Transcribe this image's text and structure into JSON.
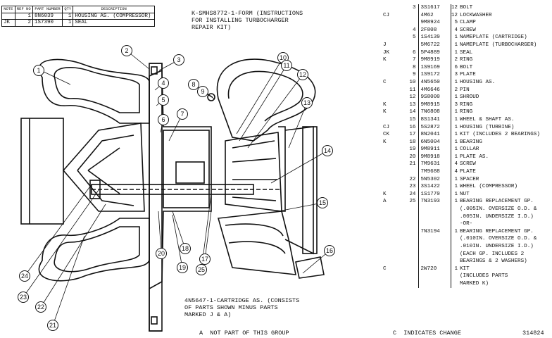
{
  "top_table": {
    "headers": [
      "NOTE",
      "REF NO",
      "PART NUMBER",
      "QTY",
      "DESCRIPTION"
    ],
    "rows": [
      {
        "note": "",
        "ref": "1",
        "part": "8N6039",
        "qty": "1",
        "desc": "HOUSING AS. (COMPRESSOR)"
      },
      {
        "note": "JK",
        "ref": "2",
        "part": "1S7390",
        "qty": "1",
        "desc": "SEAL"
      }
    ]
  },
  "form_note": "K-SMHS8772-1-FORM (INSTRUCTIONS\nFOR INSTALLING TURBOCHARGER\nREPAIR KIT)",
  "cartridge_note": "4N5647-1-CARTRIDGE AS. (CONSISTS\nOF PARTS SHOWN MINUS PARTS\nMARKED J & A)",
  "footer_left": "A  NOT PART OF THIS GROUP",
  "footer_mid": "C  INDICATES CHANGE",
  "footer_right": "314824",
  "callouts": [
    "1",
    "2",
    "3",
    "4",
    "5",
    "6",
    "7",
    "8",
    "9",
    "10",
    "11",
    "12",
    "13",
    "14",
    "15",
    "16",
    "17",
    "18",
    "19",
    "20",
    "21",
    "22",
    "23",
    "24",
    "25"
  ],
  "parts": [
    {
      "note": "",
      "ref": "3",
      "part": "3S1617",
      "qty": "12",
      "desc": "BOLT"
    },
    {
      "note": "CJ",
      "ref": "",
      "part": "4M62",
      "qty": "12",
      "desc": "LOCKWASHER"
    },
    {
      "note": "",
      "ref": "",
      "part": "9M8924",
      "qty": "5",
      "desc": "CLAMP"
    },
    {
      "note": "",
      "ref": "4",
      "part": "2F808",
      "qty": "4",
      "desc": "SCREW"
    },
    {
      "note": "",
      "ref": "5",
      "part": "1S4139",
      "qty": "1",
      "desc": "NAMEPLATE (CARTRIDGE)"
    },
    {
      "note": "J",
      "ref": "",
      "part": "5M6722",
      "qty": "1",
      "desc": "NAMEPLATE (TURBOCHARGER)"
    },
    {
      "note": "JK",
      "ref": "6",
      "part": "5P4889",
      "qty": "1",
      "desc": "SEAL"
    },
    {
      "note": "K",
      "ref": "7",
      "part": "9M8919",
      "qty": "2",
      "desc": "RING"
    },
    {
      "note": "",
      "ref": "8",
      "part": "1S9169",
      "qty": "6",
      "desc": "BOLT"
    },
    {
      "note": "",
      "ref": "9",
      "part": "1S9172",
      "qty": "3",
      "desc": "PLATE"
    },
    {
      "note": "C",
      "ref": "10",
      "part": "4N5650",
      "qty": "1",
      "desc": "HOUSING AS."
    },
    {
      "note": "",
      "ref": "11",
      "part": "4M6646",
      "qty": "2",
      "desc": "  PIN"
    },
    {
      "note": "",
      "ref": "12",
      "part": "9S8000",
      "qty": "1",
      "desc": "SHROUD"
    },
    {
      "note": "K",
      "ref": "13",
      "part": "9M8915",
      "qty": "3",
      "desc": "RING"
    },
    {
      "note": "K",
      "ref": "14",
      "part": "7N6808",
      "qty": "1",
      "desc": "RING"
    },
    {
      "note": "",
      "ref": "15",
      "part": "8S1341",
      "qty": "1",
      "desc": "WHEEL & SHAFT AS."
    },
    {
      "note": "CJ",
      "ref": "16",
      "part": "5S2872",
      "qty": "1",
      "desc": "HOUSING (TURBINE)"
    },
    {
      "note": "CK",
      "ref": "17",
      "part": "8N2041",
      "qty": "1",
      "desc": "KIT (INCLUDES 2 BEARINGS)"
    },
    {
      "note": "K",
      "ref": "18",
      "part": "6N5004",
      "qty": "1",
      "desc": "BEARING"
    },
    {
      "note": "",
      "ref": "19",
      "part": "9M8911",
      "qty": "1",
      "desc": "COLLAR"
    },
    {
      "note": "",
      "ref": "20",
      "part": "9M8918",
      "qty": "1",
      "desc": "PLATE AS."
    },
    {
      "note": "",
      "ref": "21",
      "part": "7M9631",
      "qty": "4",
      "desc": "SCREW"
    },
    {
      "note": "",
      "ref": "",
      "part": "7M9688",
      "qty": "4",
      "desc": "PLATE"
    },
    {
      "note": "",
      "ref": "22",
      "part": "5N5302",
      "qty": "1",
      "desc": "SPACER"
    },
    {
      "note": "",
      "ref": "23",
      "part": "3S1422",
      "qty": "1",
      "desc": "WHEEL (COMPRESSOR)"
    },
    {
      "note": "K",
      "ref": "24",
      "part": "1S1770",
      "qty": "1",
      "desc": "NUT"
    },
    {
      "note": "A",
      "ref": "25",
      "part": "7N3193",
      "qty": "1",
      "desc": "BEARING REPLACEMENT GP."
    },
    {
      "note": "",
      "ref": "",
      "part": "",
      "qty": "",
      "desc": "(.005IN. OVERSIZE O.D. &"
    },
    {
      "note": "",
      "ref": "",
      "part": "",
      "qty": "",
      "desc": ".005IN. UNDERSIZE I.D.)"
    },
    {
      "note": "",
      "ref": "",
      "part": "",
      "qty": "",
      "desc": "        -OR-"
    },
    {
      "note": "",
      "ref": "",
      "part": "7N3194",
      "qty": "1",
      "desc": "BEARING REPLACEMENT GP."
    },
    {
      "note": "",
      "ref": "",
      "part": "",
      "qty": "",
      "desc": "(.010IN. OVERSIZE O.D. &"
    },
    {
      "note": "",
      "ref": "",
      "part": "",
      "qty": "",
      "desc": ".010IN. UNDERSIZE I.D.)"
    },
    {
      "note": "",
      "ref": "",
      "part": "",
      "qty": "",
      "desc": "(EACH GP. INCLUDES 2"
    },
    {
      "note": "",
      "ref": "",
      "part": "",
      "qty": "",
      "desc": "BEARINGS & 2 WASHERS)"
    },
    {
      "note": "C",
      "ref": "",
      "part": "2W720",
      "qty": "1",
      "desc": "KIT"
    },
    {
      "note": "",
      "ref": "",
      "part": "",
      "qty": "",
      "desc": "(INCLUDES PARTS"
    },
    {
      "note": "",
      "ref": "",
      "part": "",
      "qty": "",
      "desc": "MARKED K)"
    }
  ]
}
